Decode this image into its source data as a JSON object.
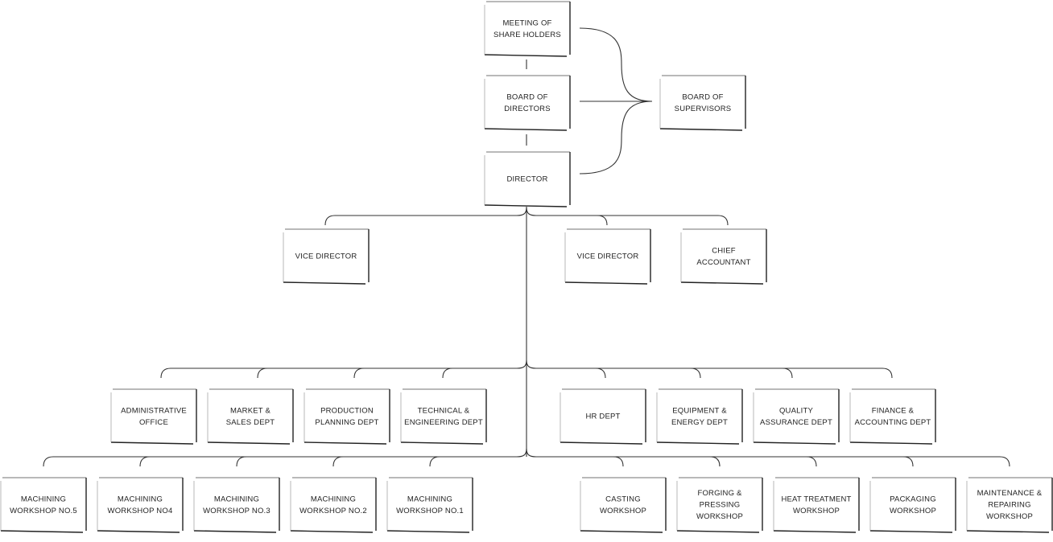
{
  "nodes": [
    {
      "id": "shareholders",
      "lines": [
        "MEETING OF",
        "SHARE HOLDERS"
      ]
    },
    {
      "id": "board-directors",
      "lines": [
        "BOARD OF",
        "DIRECTORS"
      ]
    },
    {
      "id": "director",
      "lines": [
        "DIRECTOR"
      ]
    },
    {
      "id": "board-supervisors",
      "lines": [
        "BOARD OF",
        "SUPERVISORS"
      ]
    },
    {
      "id": "vice-director-1",
      "lines": [
        "VICE DIRECTOR"
      ]
    },
    {
      "id": "vice-director-2",
      "lines": [
        "VICE DIRECTOR"
      ]
    },
    {
      "id": "chief-accountant",
      "lines": [
        "CHIEF",
        "ACCOUNTANT"
      ]
    },
    {
      "id": "administrative-office",
      "lines": [
        "ADMINISTRATIVE",
        "OFFICE"
      ]
    },
    {
      "id": "market-sales",
      "lines": [
        "MARKET &",
        "SALES DEPT"
      ]
    },
    {
      "id": "production-planning",
      "lines": [
        "PRODUCTION",
        "PLANNING DEPT"
      ]
    },
    {
      "id": "technical-engineering",
      "lines": [
        "TECHNICAL &",
        "ENGINEERING DEPT"
      ]
    },
    {
      "id": "hr-dept",
      "lines": [
        "HR DEPT"
      ]
    },
    {
      "id": "equipment-energy",
      "lines": [
        "EQUIPMENT &",
        "ENERGY DEPT"
      ]
    },
    {
      "id": "quality-assurance",
      "lines": [
        "QUALITY",
        "ASSURANCE DEPT"
      ]
    },
    {
      "id": "finance-accounting",
      "lines": [
        "FINANCE &",
        "ACCOUNTING DEPT"
      ]
    },
    {
      "id": "machining-5",
      "lines": [
        "MACHINING",
        "WORKSHOP NO.5"
      ]
    },
    {
      "id": "machining-4",
      "lines": [
        "MACHINING",
        "WORKSHOP NO4"
      ]
    },
    {
      "id": "machining-3",
      "lines": [
        "MACHINING",
        "WORKSHOP NO.3"
      ]
    },
    {
      "id": "machining-2",
      "lines": [
        "MACHINING",
        "WORKSHOP NO.2"
      ]
    },
    {
      "id": "machining-1",
      "lines": [
        "MACHINING",
        "WORKSHOP NO.1"
      ]
    },
    {
      "id": "casting",
      "lines": [
        "CASTING",
        "WORKSHOP"
      ]
    },
    {
      "id": "forging-pressing",
      "lines": [
        "FORGING &",
        "PRESSING",
        "WORKSHOP"
      ]
    },
    {
      "id": "heat-treatment",
      "lines": [
        "HEAT TREATMENT",
        "WORKSHOP"
      ]
    },
    {
      "id": "packaging",
      "lines": [
        "PACKAGING",
        "WORKSHOP"
      ]
    },
    {
      "id": "maintenance-repairing",
      "lines": [
        "MAINTENANCE &",
        "REPAIRING",
        "WORKSHOP"
      ]
    }
  ],
  "edges": [
    {
      "from": "shareholders",
      "to": "board-directors"
    },
    {
      "from": "board-directors",
      "to": "director"
    },
    {
      "from": "shareholders",
      "to": "board-supervisors"
    },
    {
      "from": "board-directors",
      "to": "board-supervisors"
    },
    {
      "from": "director",
      "to": "board-supervisors"
    },
    {
      "from": "director",
      "to": "vice-director-1"
    },
    {
      "from": "director",
      "to": "vice-director-2"
    },
    {
      "from": "director",
      "to": "chief-accountant"
    },
    {
      "from": "director",
      "to": "administrative-office"
    },
    {
      "from": "director",
      "to": "market-sales"
    },
    {
      "from": "director",
      "to": "production-planning"
    },
    {
      "from": "director",
      "to": "technical-engineering"
    },
    {
      "from": "director",
      "to": "hr-dept"
    },
    {
      "from": "director",
      "to": "equipment-energy"
    },
    {
      "from": "director",
      "to": "quality-assurance"
    },
    {
      "from": "director",
      "to": "finance-accounting"
    },
    {
      "from": "director",
      "to": "machining-5"
    },
    {
      "from": "director",
      "to": "machining-4"
    },
    {
      "from": "director",
      "to": "machining-3"
    },
    {
      "from": "director",
      "to": "machining-2"
    },
    {
      "from": "director",
      "to": "machining-1"
    },
    {
      "from": "director",
      "to": "casting"
    },
    {
      "from": "director",
      "to": "forging-pressing"
    },
    {
      "from": "director",
      "to": "heat-treatment"
    },
    {
      "from": "director",
      "to": "packaging"
    },
    {
      "from": "director",
      "to": "maintenance-repairing"
    }
  ]
}
